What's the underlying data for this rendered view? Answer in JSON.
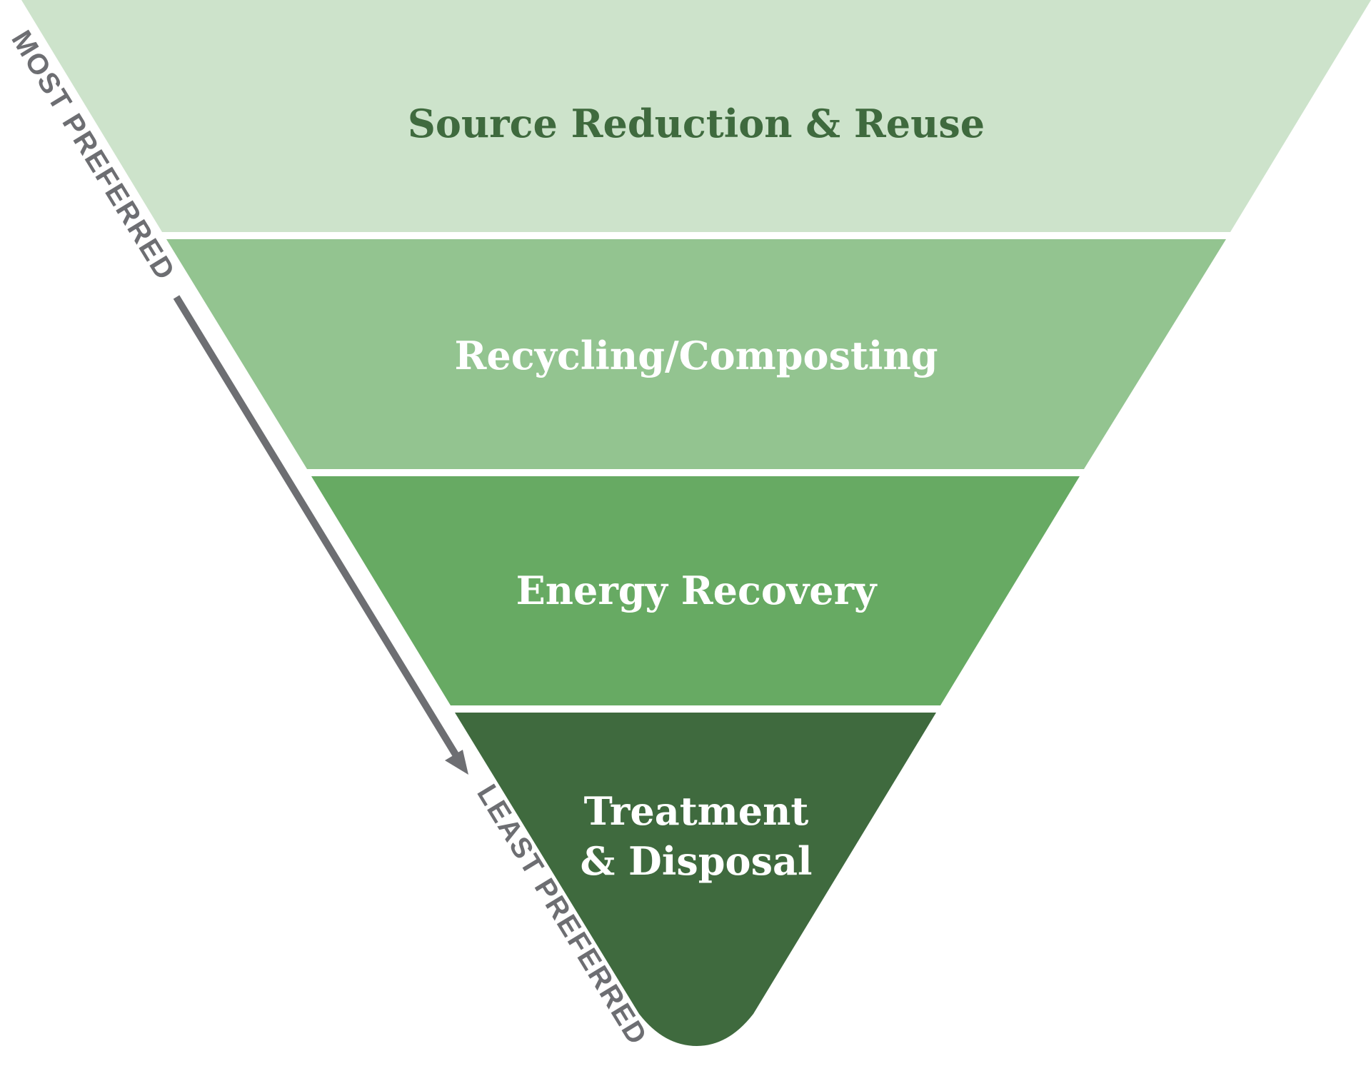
{
  "tiers": [
    {
      "label": "Source Reduction & Reuse",
      "fill": "#cde3cb",
      "text_color": "#3f6a3e"
    },
    {
      "label": "Recycling/Composting",
      "fill": "#93c490",
      "text_color": "#ffffff"
    },
    {
      "label": "Energy Recovery",
      "fill": "#67aa63",
      "text_color": "#ffffff"
    },
    {
      "label": "Treatment",
      "label_line2": "& Disposal",
      "fill": "#3f6a3e",
      "text_color": "#ffffff"
    }
  ],
  "axis": {
    "top_label": "MOST PREFERRED",
    "bottom_label": "LEAST PREFERRED",
    "color": "#6d6e72"
  }
}
